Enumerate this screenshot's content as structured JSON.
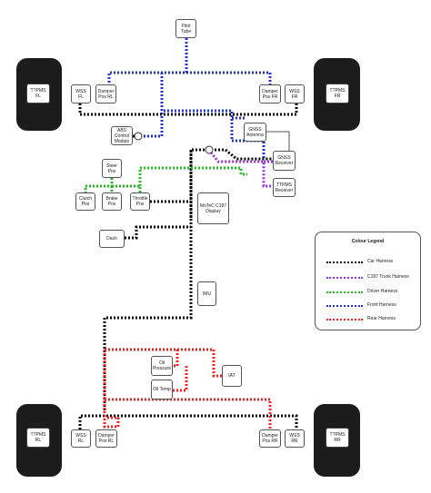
{
  "colors": {
    "car": "#000000",
    "c187": "#9933dd",
    "driver": "#22bb22",
    "front": "#2233cc",
    "rear": "#ee2222"
  },
  "wheels": {
    "fl": "TTPMS\nFL",
    "fr": "TTPMS\nFR",
    "rl": "TTPMS\nRL",
    "rr": "TTPMS\nRR"
  },
  "components": {
    "pitot_tube": "Pitot Tube",
    "wss_fl": "WSS\nFL",
    "damper_pos_rl_top": "Damper\nPos RL",
    "damper_pos_fr": "Damper\nPos FR",
    "wss_fr": "WSS\nFR",
    "abs_module": "ABS\nControl\nModule",
    "gnss_antenna": "GNSS\nAntenna",
    "gnss_receiver": "GNSS\nReceiver",
    "tpms_receiver": "TTPMS\nReceiver",
    "steer_pos": "Steer\nPos",
    "clutch_pos": "Clutch\nPos",
    "brake_pos": "Brake\nPos",
    "throttle_pos": "Throttle\nPos",
    "motec_display": "MoTeC C187\nDisplay",
    "dash": "Dash",
    "imu": "IMU",
    "oil_pressure": "Oil\nPressure",
    "oil_temp": "Oil Temp",
    "iat": "IAT",
    "wss_rl": "WSS\nRL",
    "damper_pos_rl": "Damper\nPos RL",
    "damper_pos_rr": "Damper\nPos RR",
    "wss_rr": "WSS\nRR"
  },
  "legend": {
    "title": "Colour Legend",
    "items": [
      {
        "label": "Car Harness",
        "color": "#000000"
      },
      {
        "label": "C187 Trunk Harness",
        "color": "#9933dd"
      },
      {
        "label": "Driver Harness",
        "color": "#22bb22"
      },
      {
        "label": "Front Harness",
        "color": "#2233cc"
      },
      {
        "label": "Rear Harness",
        "color": "#ee2222"
      }
    ]
  }
}
